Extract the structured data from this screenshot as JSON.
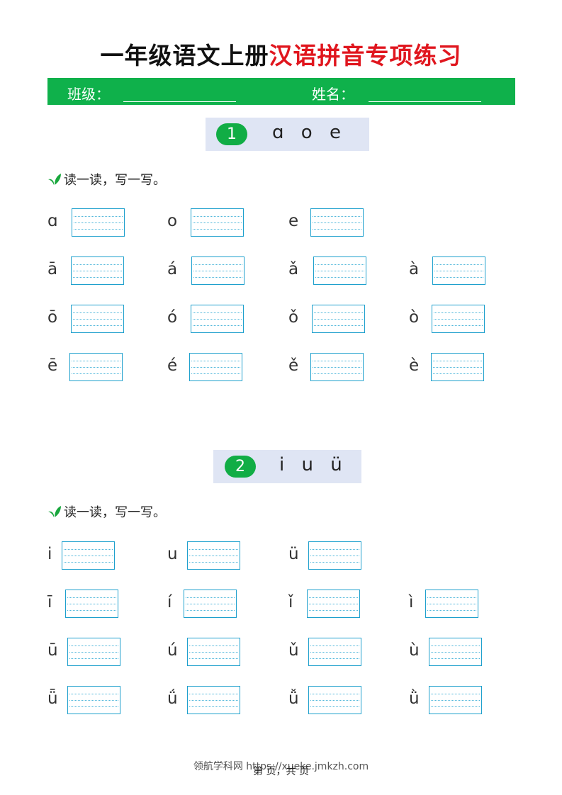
{
  "title": {
    "part1": "一年级语文上册",
    "part2": "汉语拼音专项练习"
  },
  "info": {
    "class_label": "班级：",
    "name_label": "姓名："
  },
  "sections": [
    {
      "number": "1",
      "letters": "ɑ o e",
      "instruction": "读一读，写一写。",
      "rows": [
        [
          "ɑ",
          "o",
          "e"
        ],
        [
          "ā",
          "á",
          "ǎ",
          "à"
        ],
        [
          "ō",
          "ó",
          "ǒ",
          "ò"
        ],
        [
          "ē",
          "é",
          "ě",
          "è"
        ]
      ]
    },
    {
      "number": "2",
      "letters": "i u ü",
      "instruction": "读一读，写一写。",
      "rows": [
        [
          "i",
          "u",
          "ü"
        ],
        [
          "ī",
          "í",
          "ǐ",
          "ì"
        ],
        [
          "ū",
          "ú",
          "ǔ",
          "ù"
        ],
        [
          "ǖ",
          "ǘ",
          "ǚ",
          "ǜ"
        ]
      ]
    }
  ],
  "footer": {
    "source": "领航学科网 https://xueke.jmkzh.com",
    "page": "第  页，共  页"
  },
  "colors": {
    "green": "#0fb14b",
    "red": "#e0161e",
    "box": "#1ea0cd",
    "header_bg": "#dfe5f4"
  },
  "icons": [
    "leaf-icon"
  ]
}
